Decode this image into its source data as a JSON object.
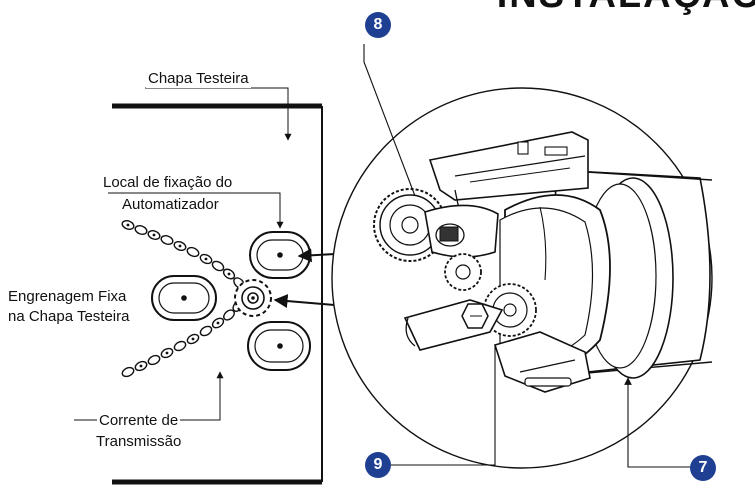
{
  "heading": "INSTALAÇÃO",
  "labels": {
    "chapa_testeira": "Chapa Testeira",
    "local_fixacao_line1": "Local de fixação do",
    "local_fixacao_line2": "Automatizador",
    "engrenagem_line1": "Engrenagem Fixa",
    "engrenagem_line2": "na Chapa Testeira",
    "corrente_line1": "Corrente de",
    "corrente_line2": "Transmissão"
  },
  "callouts": {
    "motor_tube": "7",
    "gear_wheel": "8",
    "drive_shaft": "9"
  },
  "colors": {
    "badge": "#1f3f92",
    "line": "#111111"
  }
}
